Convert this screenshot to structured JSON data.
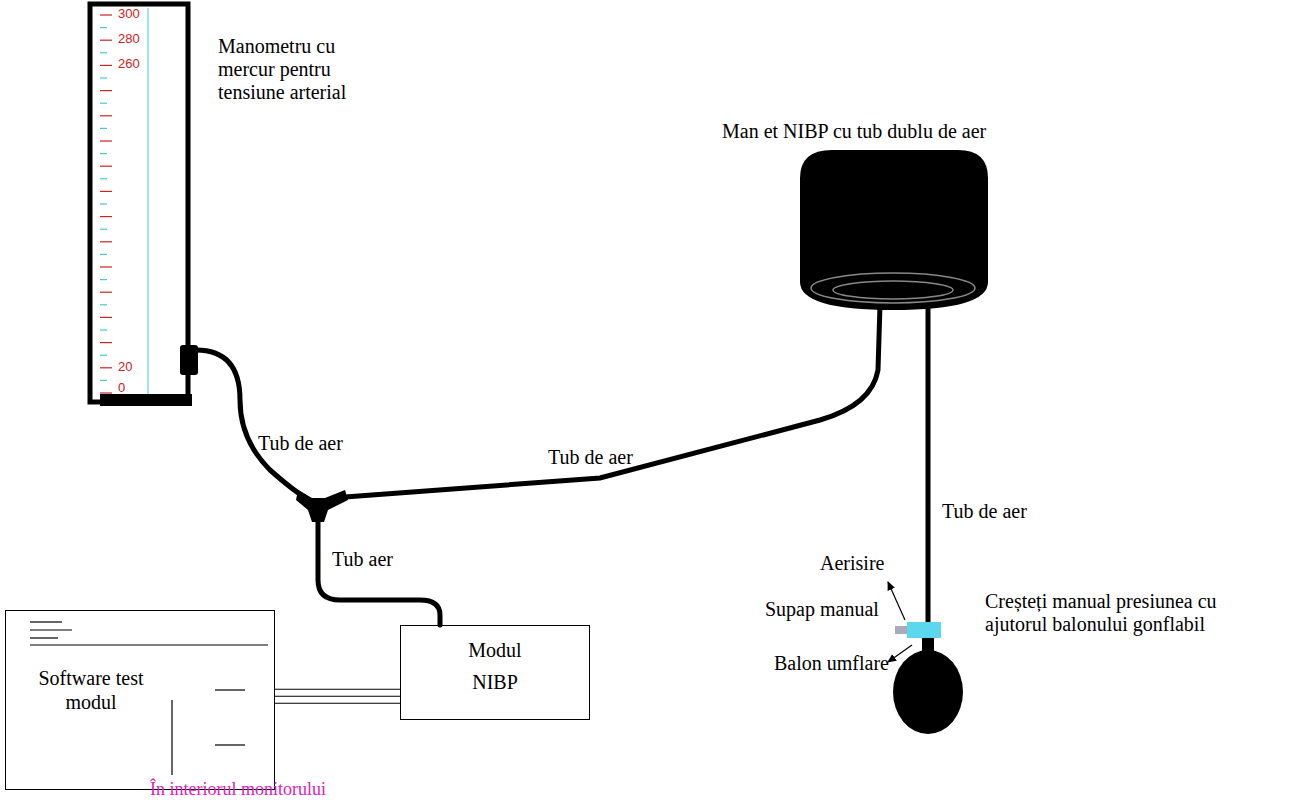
{
  "diagram": {
    "nodes": [
      {
        "text": [
          "Software test modul"
        ]
      },
      {
        "text": [
          "Modul NIBP"
        ]
      }
    ],
    "edges": [
      {
        "from": 0,
        "to": 1,
        "arrow": "none"
      }
    ],
    "labels": [
      "Manometru cu mercur pentru tensiune arterial",
      "300",
      "280",
      "260",
      "20",
      "0",
      "Tub de aer",
      "Man et NIBP cu tub dublu de aer",
      "Tub de aer",
      "Tub de aer",
      "Tub aer",
      "Aerisire",
      "Supap manual",
      "Creșteți manual presiunea cu ajutorul balonului gonflabil",
      "Balon umflare",
      "În interiorul monitorului"
    ]
  }
}
